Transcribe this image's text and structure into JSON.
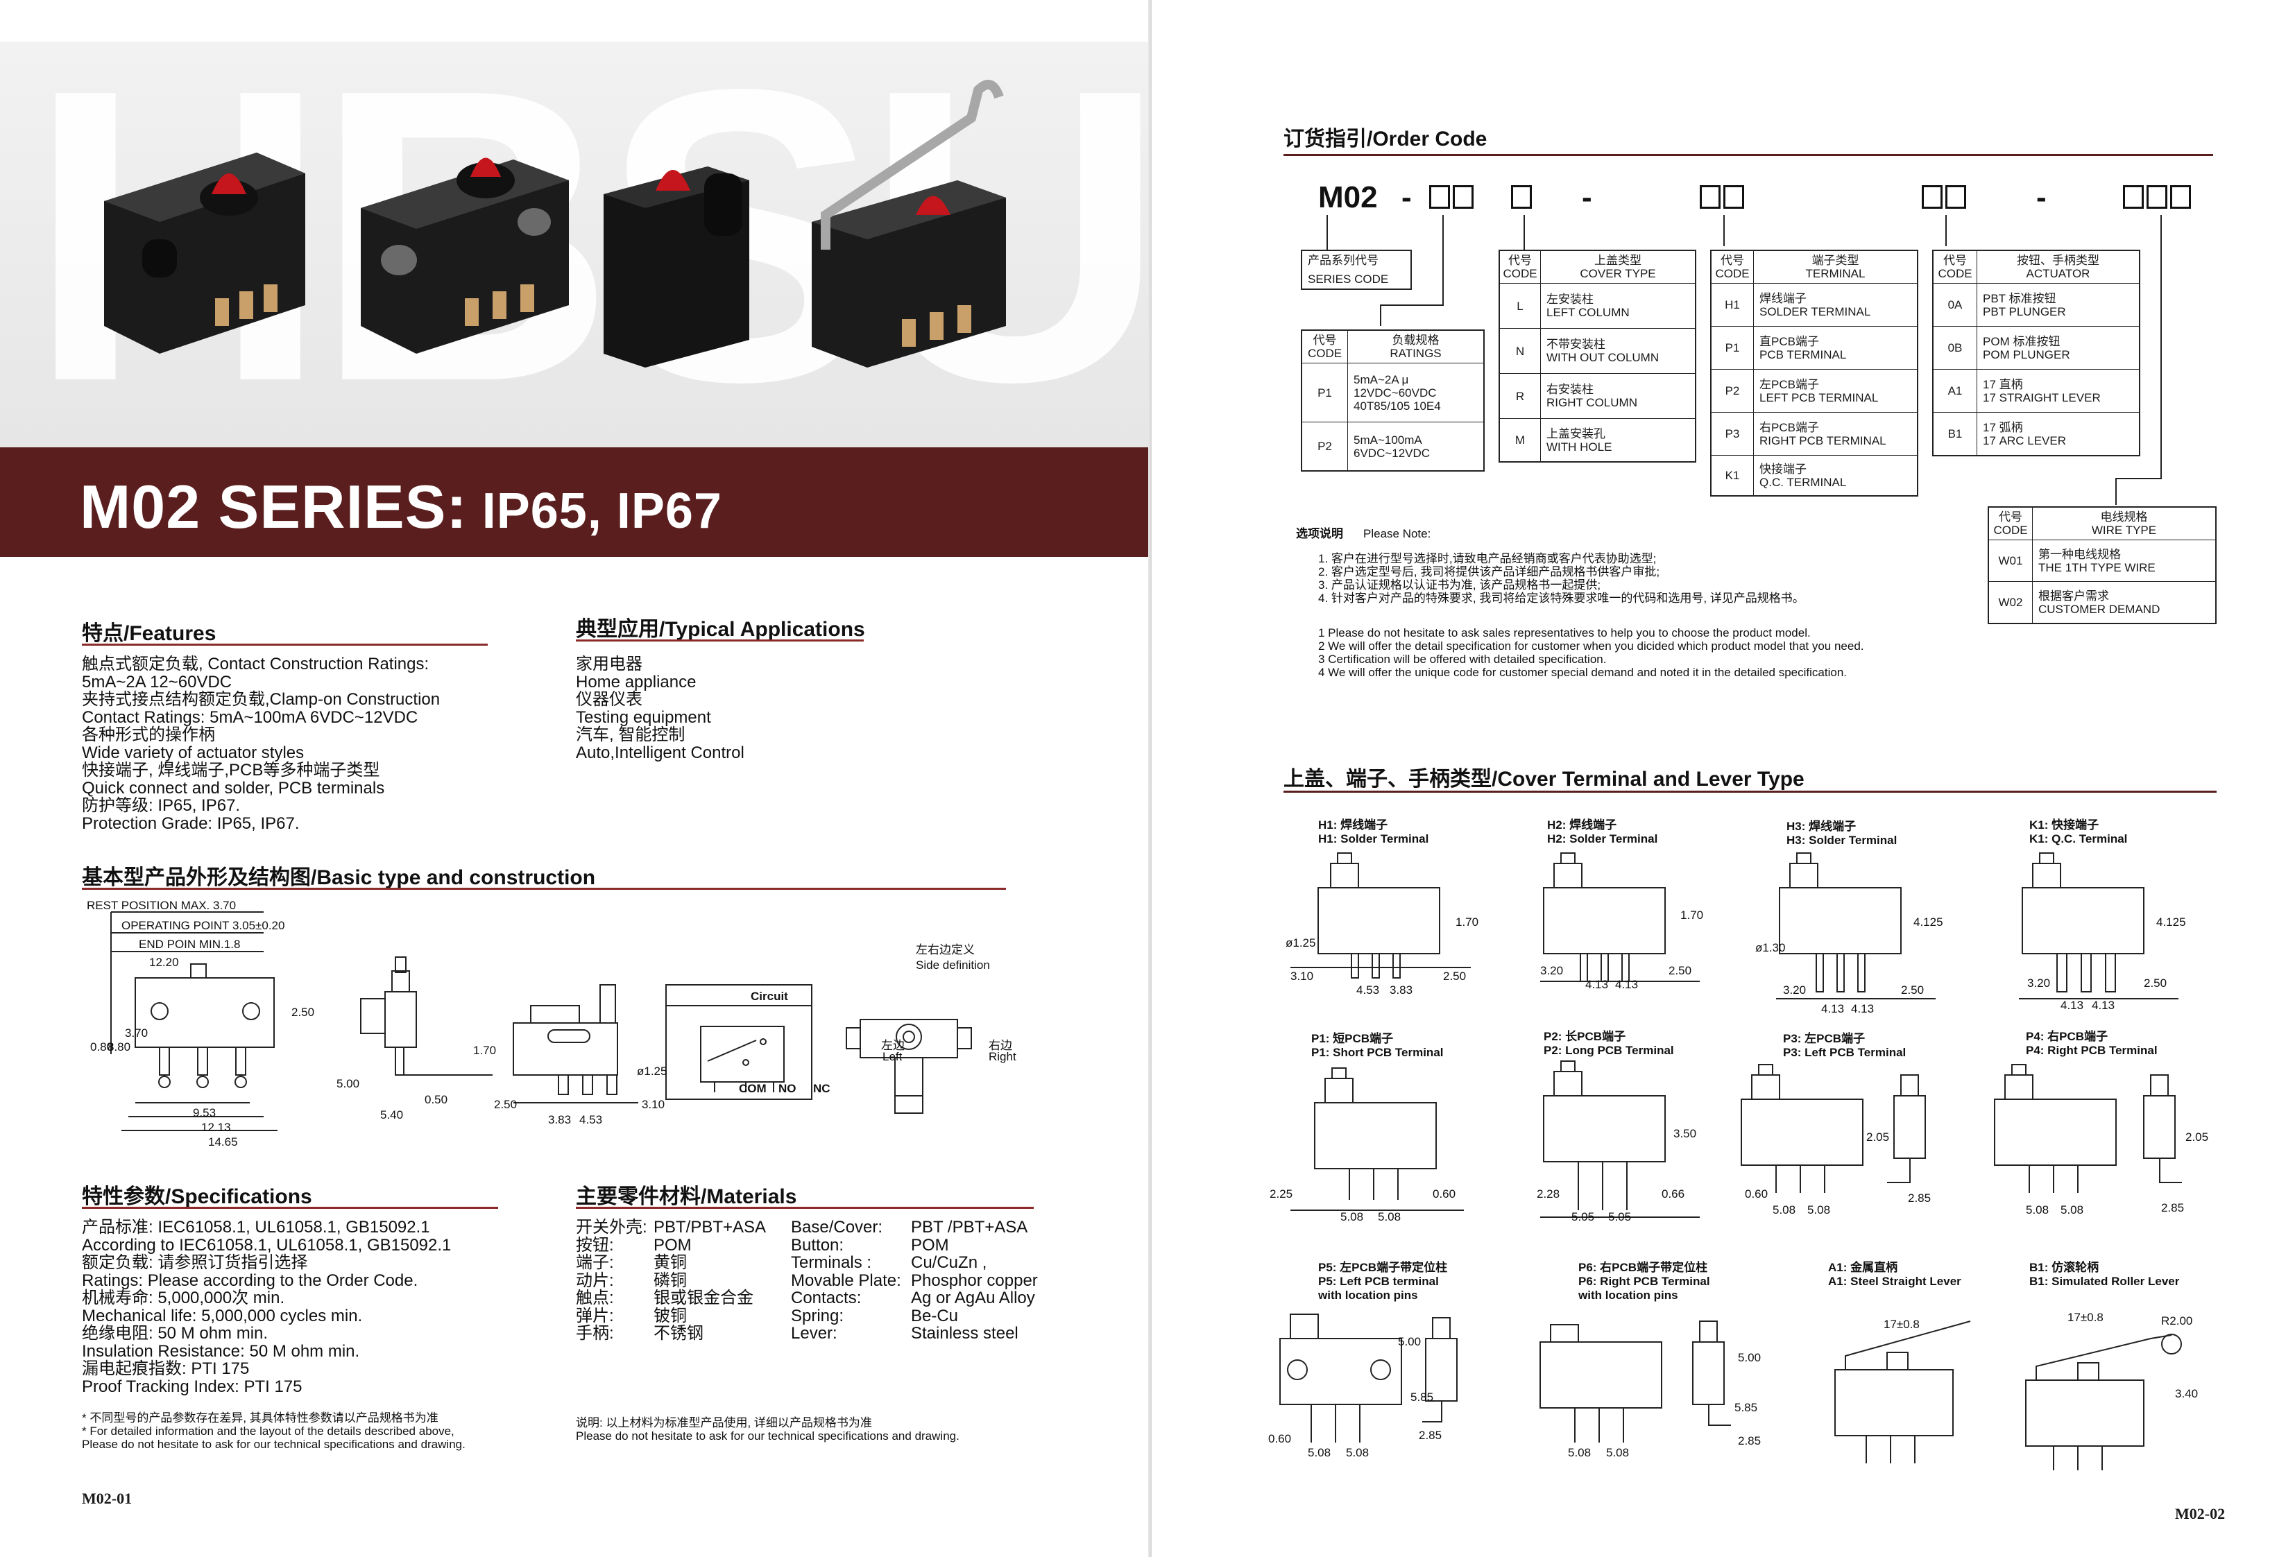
{
  "left": {
    "watermark": "HBSUI",
    "banner": {
      "title_main": "M02 SERIES:",
      "title_sub": " IP65, IP67"
    },
    "features": {
      "heading": "特点/Features",
      "lines": "触点式额定负载, Contact Construction Ratings:\n5mA~2A 12~60VDC\n夹持式接点结构额定负载,Clamp-on Construction\nContact Ratings: 5mA~100mA 6VDC~12VDC\n各种形式的操作柄\nWide variety of actuator styles\n快接端子, 焊线端子,PCB等多种端子类型\nQuick connect and solder, PCB terminals\n防护等级: IP65, IP67.\nProtection Grade: IP65, IP67."
    },
    "applications": {
      "heading": "典型应用/Typical Applications",
      "lines": "家用电器\nHome appliance\n仪器仪表\nTesting equipment\n汽车, 智能控制\nAuto,Intelligent Control"
    },
    "basic": {
      "heading": "基本型产品外形及结构图/Basic type and construction",
      "rest_position": "REST POSITION MAX. 3.70",
      "operating_point": "OPERATING POINT 3.05±0.20",
      "end_point": "END POIN MIN.1.8",
      "dims": [
        "12.20",
        "9.53",
        "12.13",
        "14.65",
        "0.80",
        "8.80",
        "3.70",
        "2.50",
        "5.00",
        "5.40",
        "0.50",
        "1.70",
        "2.50",
        "3.83",
        "4.53",
        "3.10",
        "ø1.25"
      ],
      "circuit_label": "Circuit",
      "circuit_pins": [
        "COM",
        "NO",
        "NC"
      ],
      "side_def_cn": "左右边定义",
      "side_def_en": "Side definition",
      "left_cn": "左边",
      "left_en": "Left",
      "right_cn": "右边",
      "right_en": "Right"
    },
    "specs": {
      "heading": "特性参数/Specifications",
      "lines": "产品标准: IEC61058.1, UL61058.1, GB15092.1\nAccording to IEC61058.1, UL61058.1, GB15092.1\n额定负载: 请参照订货指引选择\nRatings: Please according to the Order Code.\n机械寿命: 5,000,000次 min.\nMechanical life: 5,000,000 cycles min.\n绝缘电阻: 50 M ohm min.\nInsulation Resistance: 50 M ohm min.\n漏电起痕指数: PTI 175\nProof Tracking Index: PTI 175",
      "note": "* 不同型号的产品参数存在差异, 其具体特性参数请以产品规格书为准\n* For detailed information and the layout of the details described above,\nPlease do not hesitate to ask for our technical specifications and drawing."
    },
    "materials": {
      "heading": "主要零件材料/Materials",
      "cn_labels": "开关外壳:\n按钮:\n端子:\n动片:\n触点:\n弹片:\n手柄:",
      "cn_values": "PBT/PBT+ASA\nPOM\n黄铜\n磷铜\n银或银金合金\n铍铜\n不锈钢",
      "en_labels": "Base/Cover:\nButton:\nTerminals :\nMovable Plate:\nContacts:\nSpring:\nLever:",
      "en_values": "PBT /PBT+ASA\nPOM\nCu/CuZn ,\nPhosphor copper\nAg or AgAu Alloy\nBe-Cu\nStainless steel",
      "note": "说明: 以上材料为标准型产品使用, 详细以产品规格书为准\nPlease do not hesitate to ask for our technical specifications and drawing."
    },
    "page_no": "M02-01"
  },
  "right": {
    "order": {
      "heading": "订货指引/Order Code",
      "prefix": "M02",
      "dash": "-",
      "series": {
        "cn": "产品系列代号",
        "en": "SERIES CODE"
      },
      "ratings": {
        "hdr": [
          "代号\nCODE",
          "负载规格\nRATINGS"
        ],
        "rows": [
          [
            "P1",
            "5mA~2A  μ\n12VDC~60VDC\n40T85/105  10E4"
          ],
          [
            "P2",
            "5mA~100mA\n6VDC~12VDC"
          ]
        ]
      },
      "cover": {
        "hdr": [
          "代号\nCODE",
          "上盖类型\nCOVER TYPE"
        ],
        "rows": [
          [
            "L",
            "左安装柱\nLEFT COLUMN"
          ],
          [
            "N",
            "不带安装柱\nWITH OUT COLUMN"
          ],
          [
            "R",
            "右安装柱\nRIGHT COLUMN"
          ],
          [
            "M",
            "上盖安装孔\nWITH HOLE"
          ]
        ]
      },
      "terminal": {
        "hdr": [
          "代号\nCODE",
          "端子类型\nTERMINAL"
        ],
        "rows": [
          [
            "H1",
            "焊线端子\nSOLDER TERMINAL"
          ],
          [
            "P1",
            "直PCB端子\nPCB TERMINAL"
          ],
          [
            "P2",
            "左PCB端子\nLEFT PCB TERMINAL"
          ],
          [
            "P3",
            "右PCB端子\nRIGHT PCB TERMINAL"
          ],
          [
            "K1",
            "快接端子\nQ.C. TERMINAL"
          ]
        ]
      },
      "actuator": {
        "hdr": [
          "代号\nCODE",
          "按钮、手柄类型\nACTUATOR"
        ],
        "rows": [
          [
            "0A",
            "PBT 标准按钮\nPBT PLUNGER"
          ],
          [
            "0B",
            "POM 标准按钮\nPOM PLUNGER"
          ],
          [
            "A1",
            "17 直柄\n17 STRAIGHT LEVER"
          ],
          [
            "B1",
            "17 弧柄\n17 ARC LEVER"
          ]
        ]
      },
      "wire": {
        "hdr": [
          "代号\nCODE",
          "电线规格\nWIRE TYPE"
        ],
        "rows": [
          [
            "W01",
            "第一种电线规格\nTHE 1TH TYPE WIRE"
          ],
          [
            "W02",
            "根据客户需求\nCUSTOMER DEMAND"
          ]
        ]
      },
      "note_title_cn": "选项说明",
      "note_title_en": "Please Note:",
      "notes_cn": "1. 客户在进行型号选择时,请致电产品经销商或客户代表协助选型;\n2. 客户选定型号后, 我司将提供该产品详细产品规格书供客户审批;\n3. 产品认证规格以认证书为准, 该产品规格书一起提供;\n4. 针对客户对产品的特殊要求, 我司将给定该特殊要求唯一的代码和选用号, 详见产品规格书。",
      "notes_en": "1  Please do not hesitate to ask sales representatives to help you to choose  the  product model.\n2  We will offer the detail specification for customer when you dicided which product model that you need.\n3  Certification will be offered with detailed specification.\n4  We will offer the unique code for customer special demand and noted it in the detailed specification."
    },
    "cover_terminal": {
      "heading": "上盖、端子、手柄类型/Cover  Terminal  and Lever Type",
      "items": [
        {
          "cn": "H1: 焊线端子",
          "en": "H1: Solder Terminal"
        },
        {
          "cn": "H2: 焊线端子",
          "en": "H2: Solder Terminal"
        },
        {
          "cn": "H3: 焊线端子",
          "en": "H3: Solder Terminal"
        },
        {
          "cn": "K1: 快接端子",
          "en": "K1: Q.C. Terminal"
        },
        {
          "cn": "P1: 短PCB端子",
          "en": "P1: Short PCB Terminal"
        },
        {
          "cn": "P2: 长PCB端子",
          "en": "P2: Long PCB Terminal"
        },
        {
          "cn": "P3: 左PCB端子",
          "en": "P3: Left PCB Terminal"
        },
        {
          "cn": "P4: 右PCB端子",
          "en": "P4: Right PCB Terminal"
        },
        {
          "cn": "P5: 左PCB端子带定位柱",
          "en": "P5: Left PCB terminal\nwith location pins"
        },
        {
          "cn": "P6: 右PCB端子带定位柱",
          "en": "P6: Right PCB Terminal\nwith location pins"
        },
        {
          "cn": "A1: 金属直柄",
          "en": "A1: Steel Straight Lever"
        },
        {
          "cn": "B1: 仿滚轮柄",
          "en": "B1: Simulated Roller Lever"
        }
      ],
      "dims": {
        "h1": [
          "ø1.25",
          "3.10",
          "4.53",
          "3.83",
          "2.50",
          "1.70"
        ],
        "h2": [
          "3.20",
          "4.13",
          "4.13",
          "2.50",
          "1.70"
        ],
        "h3": [
          "ø1.30",
          "3.20",
          "4.13",
          "4.13",
          "2.50",
          "4.125"
        ],
        "k1": [
          "3.20",
          "4.13",
          "4.13",
          "2.50",
          "4.125"
        ],
        "p1": [
          "2.25",
          "5.08",
          "5.08",
          "0.60"
        ],
        "p2": [
          "2.28",
          "5.05",
          "5.05",
          "0.66",
          "3.50"
        ],
        "p3": [
          "0.60",
          "5.08",
          "5.08",
          "2.05",
          "2.85"
        ],
        "p4": [
          "5.08",
          "5.08",
          "2.05",
          "2.85"
        ],
        "p5": [
          "0.60",
          "5.08",
          "5.08",
          "5.00",
          "5.85",
          "2.85"
        ],
        "p6": [
          "5.08",
          "5.08",
          "5.00",
          "5.85",
          "2.85"
        ],
        "a1": [
          "17±0.8"
        ],
        "b1": [
          "17±0.8",
          "R2.00",
          "3.40"
        ]
      }
    },
    "page_no": "M02-02"
  }
}
